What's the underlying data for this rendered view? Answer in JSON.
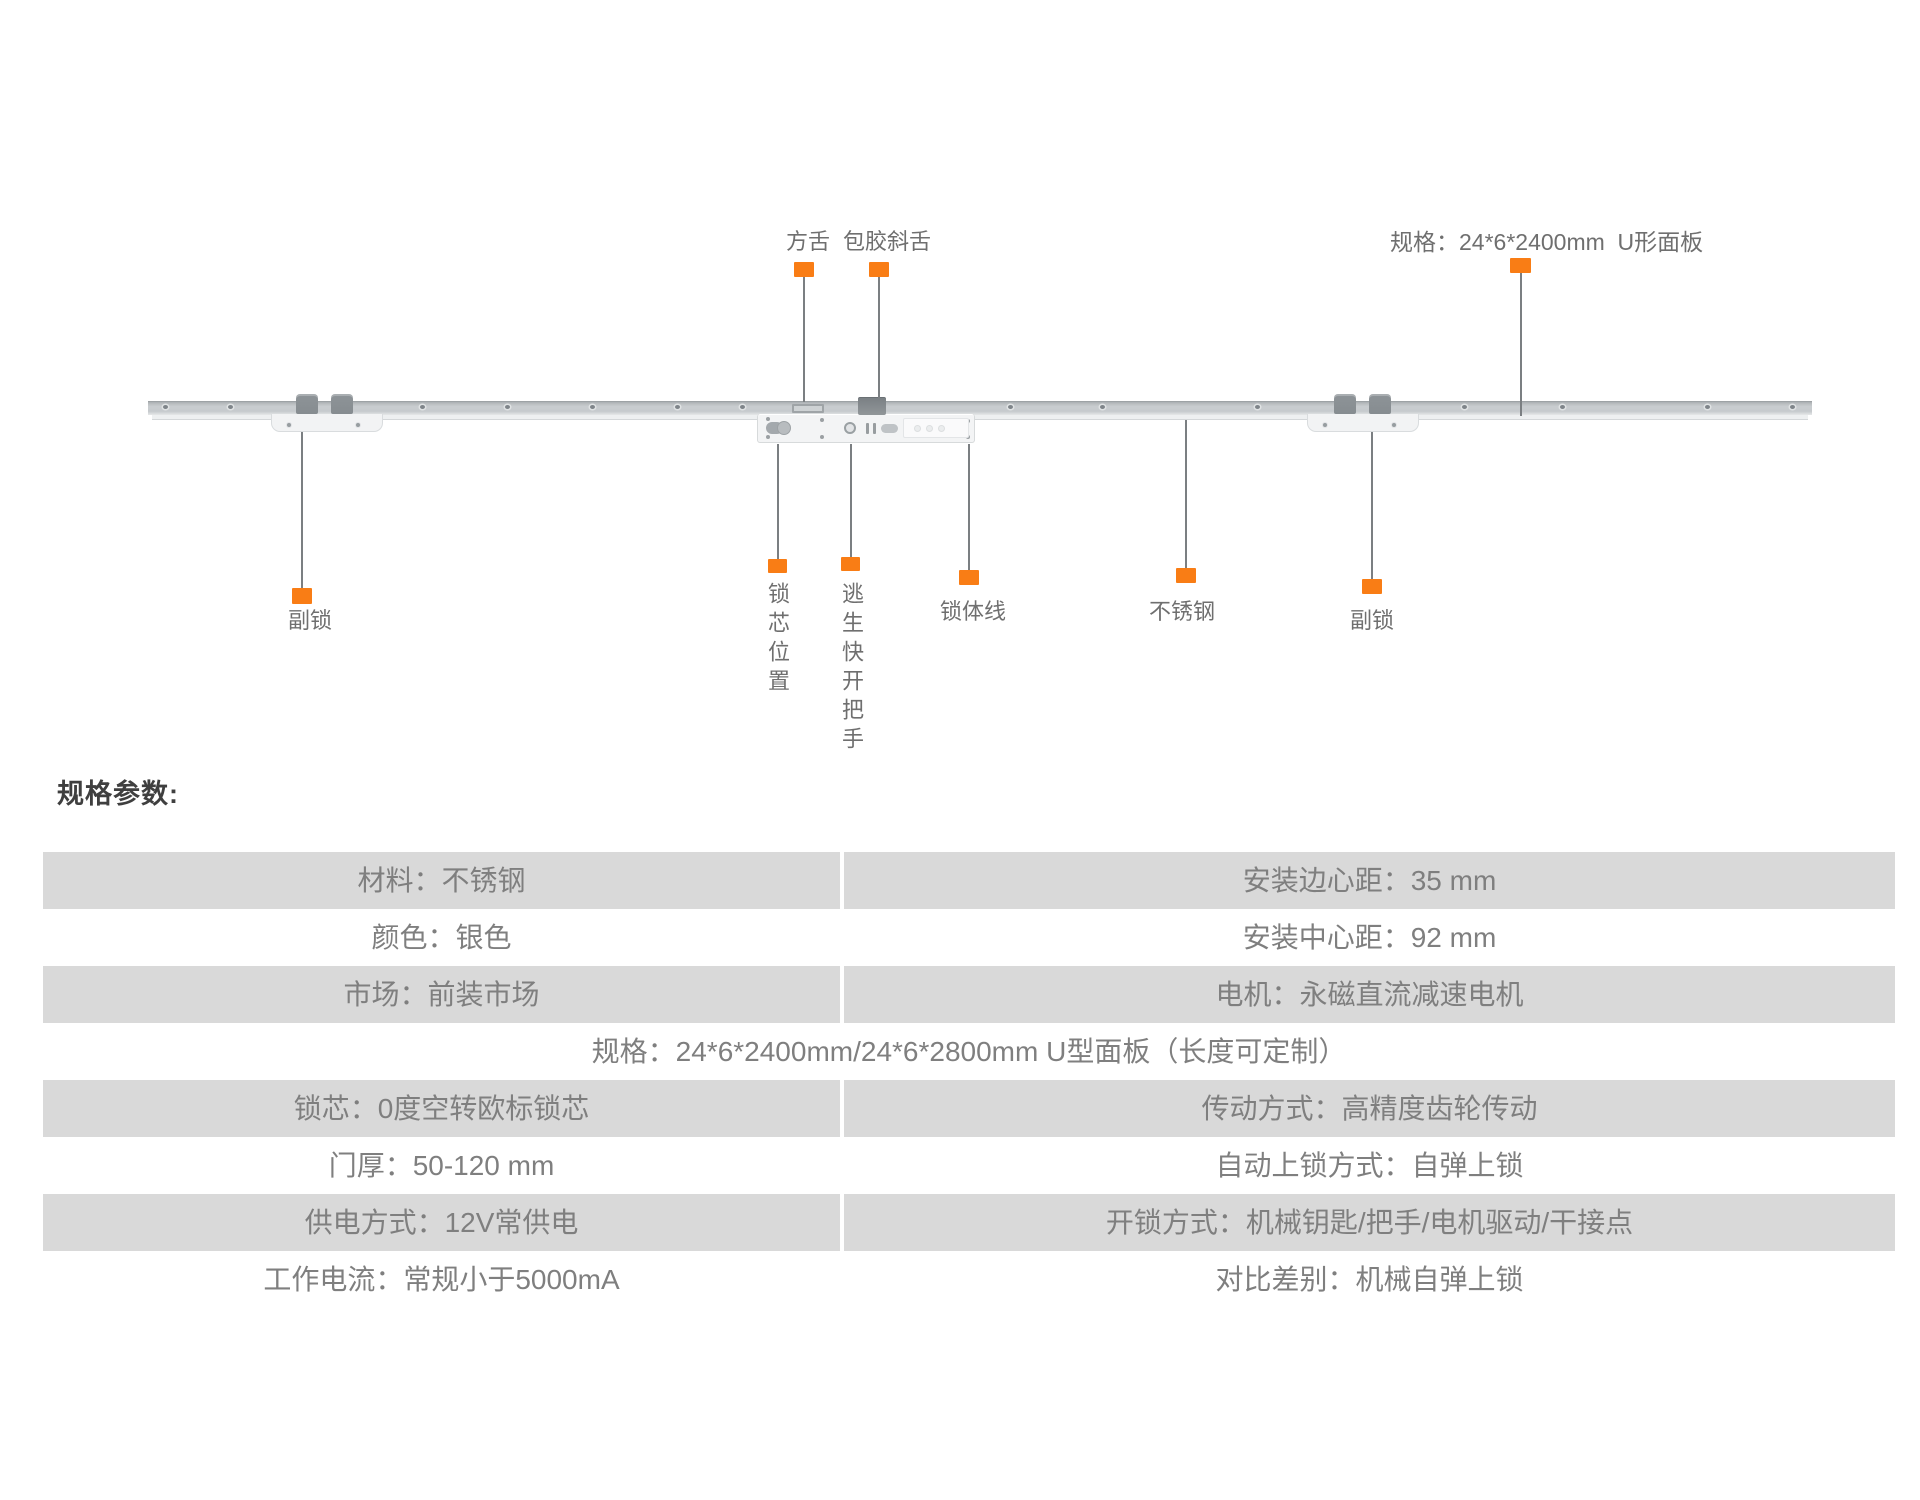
{
  "colors": {
    "marker": "#f97d15",
    "leader": "#7b7f82",
    "label_text": "#6f6f6f",
    "shade": "#d9d9d9",
    "table_text": "#7f7f7f",
    "title_text": "#3f3f3f"
  },
  "diagram": {
    "callouts": {
      "square_bolt": "方舌",
      "rubber_latch": "包胶斜舌",
      "panel_spec": "规格：24*6*2400mm  U形面板",
      "aux_lock_left": "副锁",
      "cylinder_position": "锁芯位置",
      "escape_handle": "逃生快开把手",
      "lock_body_wire": "锁体线",
      "stainless_steel": "不锈钢",
      "aux_lock_right": "副锁"
    }
  },
  "section_title": "规格参数:",
  "table": {
    "rows": [
      {
        "left": "材料：不锈钢",
        "right": "安装边心距：35 mm",
        "shaded": true
      },
      {
        "left": "颜色：银色",
        "right": "安装中心距：92 mm",
        "shaded": false
      },
      {
        "left": "市场：前装市场",
        "right": "电机：永磁直流减速电机",
        "shaded": true
      },
      {
        "span": "规格：24*6*2400mm/24*6*2800mm U型面板（长度可定制）",
        "shaded": false
      },
      {
        "left": "锁芯：0度空转欧标锁芯",
        "right": "传动方式：高精度齿轮传动",
        "shaded": true
      },
      {
        "left": "门厚：50-120 mm",
        "right": "自动上锁方式：自弹上锁",
        "shaded": false
      },
      {
        "left": "供电方式：12V常供电",
        "right": "开锁方式：机械钥匙/把手/电机驱动/干接点",
        "shaded": true
      },
      {
        "left": "工作电流：常规小于5000mA",
        "right": "对比差别：机械自弹上锁",
        "shaded": false
      }
    ]
  }
}
